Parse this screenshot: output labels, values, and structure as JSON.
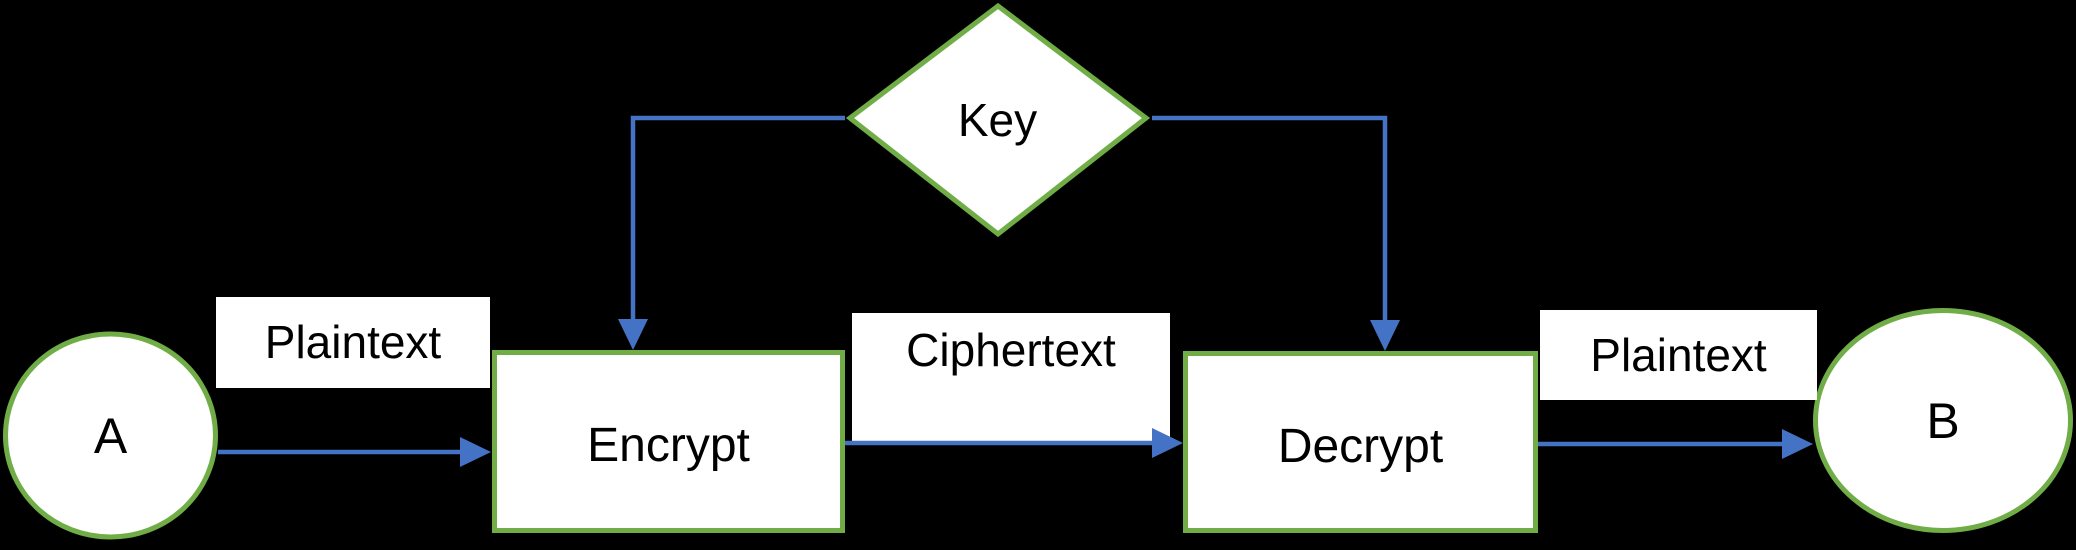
{
  "diagram": {
    "background_color": "#000000",
    "palette": {
      "shape_border": "#70AD47",
      "shape_fill": "#FFFFFF",
      "arrow": "#4472C4",
      "label_bg": "#FFFFFF",
      "text": "#000000"
    },
    "nodes": {
      "a": {
        "label": "A",
        "shape": "circle"
      },
      "encrypt": {
        "label": "Encrypt",
        "shape": "rectangle"
      },
      "decrypt": {
        "label": "Decrypt",
        "shape": "rectangle"
      },
      "b": {
        "label": "B",
        "shape": "circle"
      },
      "key": {
        "label": "Key",
        "shape": "diamond"
      }
    },
    "flow_labels": {
      "plaintext_left": "Plaintext",
      "ciphertext": "Ciphertext",
      "plaintext_right": "Plaintext"
    },
    "edges": [
      {
        "from": "a",
        "to": "encrypt"
      },
      {
        "from": "encrypt",
        "to": "decrypt"
      },
      {
        "from": "decrypt",
        "to": "b"
      },
      {
        "from": "key",
        "to": "encrypt"
      },
      {
        "from": "key",
        "to": "decrypt"
      }
    ]
  }
}
